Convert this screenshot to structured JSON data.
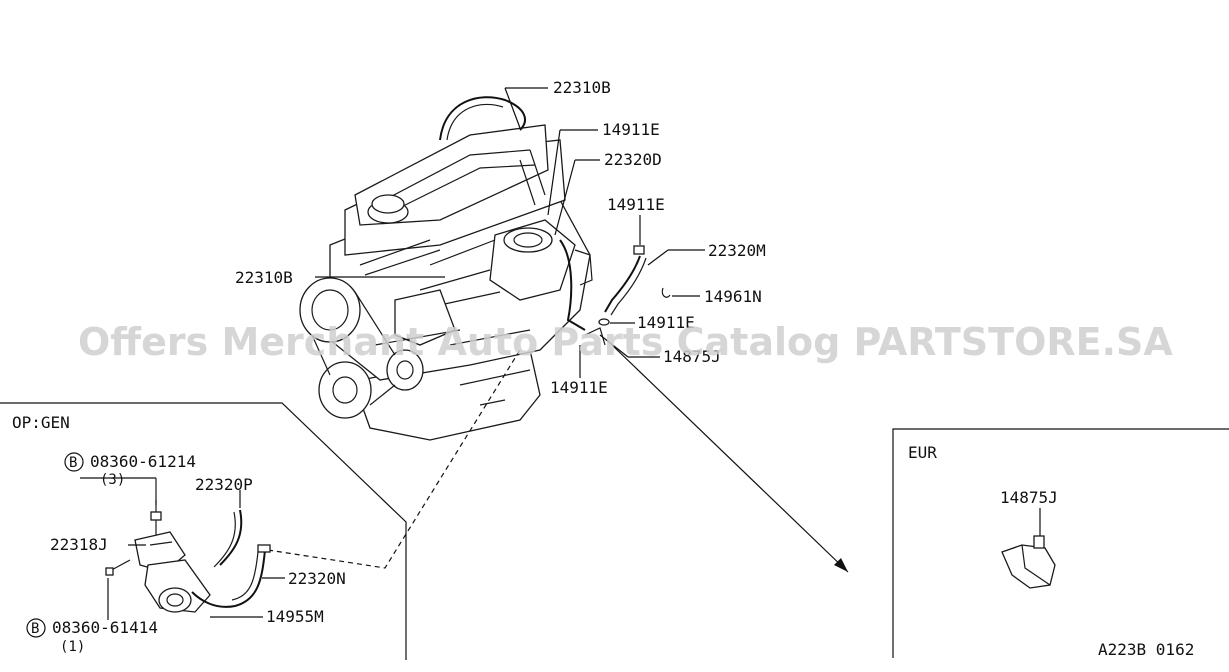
{
  "watermark": "Offers Merchant Auto Parts Catalog PARTSTORE.SA",
  "diagram_id": "A223B 0162",
  "insets": {
    "op_gen": "OP:GEN",
    "eur": "EUR"
  },
  "labels": {
    "p22310b_top": "22310B",
    "p14911e_a": "14911E",
    "p22320d": "22320D",
    "p14911e_b": "14911E",
    "p22320m": "22320M",
    "p22310b_side": "22310B",
    "p14961n": "14961N",
    "p14911e_c": "14911E",
    "p14875j_main": "14875J",
    "p14911e_d": "14911E",
    "b_bolt_1": "08360-61214",
    "b_bolt_1_qty": "(3)",
    "p22320p": "22320P",
    "p22318j": "22318J",
    "p22320n": "22320N",
    "b_bolt_2": "08360-61414",
    "b_bolt_2_qty": "(1)",
    "p14955m": "14955M",
    "p14875j_eur": "14875J",
    "bolt_marker": "B"
  }
}
